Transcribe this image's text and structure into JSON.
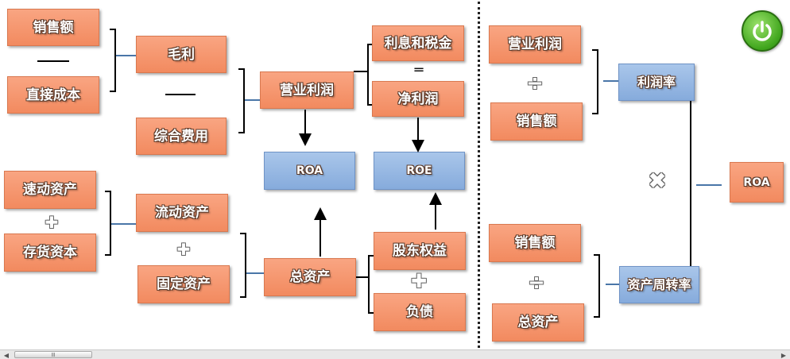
{
  "operators": {
    "minus": "—",
    "plus": "✚",
    "divide": "÷",
    "times": "✖",
    "equals": "═"
  },
  "left": {
    "sales": "销售额",
    "direct_cost": "直接成本",
    "gross_profit": "毛利",
    "operating_expenses": "综合费用",
    "operating_profit": "营业利润",
    "ebit": "利息和税金",
    "net_profit": "净利润",
    "roa": "ROA",
    "roe": "ROE",
    "quick_assets": "速动资产",
    "inventory": "存货资本",
    "current_assets": "流动资产",
    "fixed_assets": "固定资产",
    "total_assets": "总资产",
    "equity": "股东权益",
    "liabilities": "负债"
  },
  "right": {
    "operating_profit": "营业利润",
    "sales_top": "销售额",
    "profit_margin": "利润率",
    "roa": "ROA",
    "sales_bottom": "销售额",
    "total_assets": "总资产",
    "asset_turnover": "资产周转率"
  },
  "colors": {
    "orange_box": "#f28a5f",
    "blue_box": "#86abdc",
    "power_green": "#3fa51c"
  },
  "icons": {
    "power": "power-icon"
  },
  "scrollbar": {
    "thumb_label": "Ⅲ"
  }
}
